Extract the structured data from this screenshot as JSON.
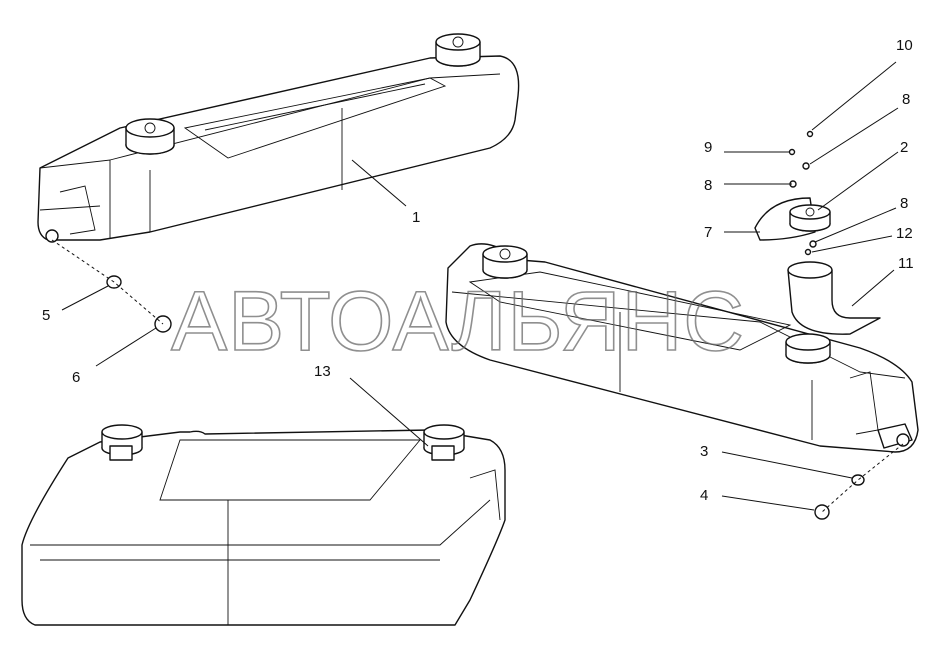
{
  "watermark": "АВТОАЛЬЯНС",
  "callouts": [
    "1",
    "2",
    "3",
    "4",
    "5",
    "6",
    "7",
    "8",
    "8",
    "8",
    "9",
    "10",
    "11",
    "12",
    "13"
  ]
}
